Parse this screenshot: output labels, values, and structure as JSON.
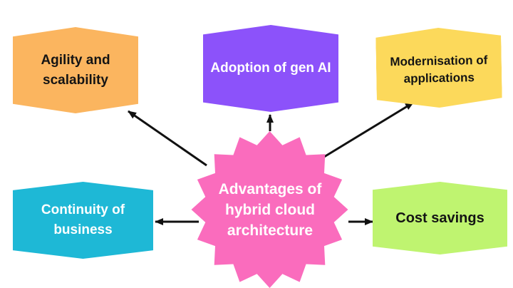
{
  "diagram": {
    "background": "#FFFFFF",
    "center": {
      "label": "Advantages of hybrid cloud architecture",
      "fill": "#FA6CBD",
      "text_color": "#FFFFFF",
      "shape": "16-point starburst"
    },
    "nodes": [
      {
        "label": "Agility and scalability",
        "fill": "#FBB55F",
        "text_color": "#141414",
        "position": "top-left"
      },
      {
        "label": "Adoption of gen AI",
        "fill": "#8C52FA",
        "text_color": "#FFFFFF",
        "position": "top-center"
      },
      {
        "label": "Modernisation of applications",
        "fill": "#FCD95B",
        "text_color": "#141414",
        "position": "top-right"
      },
      {
        "label": "Continuity of business",
        "fill": "#1EB8D6",
        "text_color": "#FFFFFF",
        "position": "bottom-left"
      },
      {
        "label": "Cost savings",
        "fill": "#BFF470",
        "text_color": "#141414",
        "position": "bottom-right"
      }
    ],
    "arrows": {
      "color": "#111111",
      "connections": [
        {
          "from": "center",
          "to": "Agility and scalability"
        },
        {
          "from": "center",
          "to": "Adoption of gen AI"
        },
        {
          "from": "center",
          "to": "Modernisation of applications"
        },
        {
          "from": "center",
          "to": "Continuity of business"
        },
        {
          "from": "center",
          "to": "Cost savings"
        }
      ]
    }
  }
}
